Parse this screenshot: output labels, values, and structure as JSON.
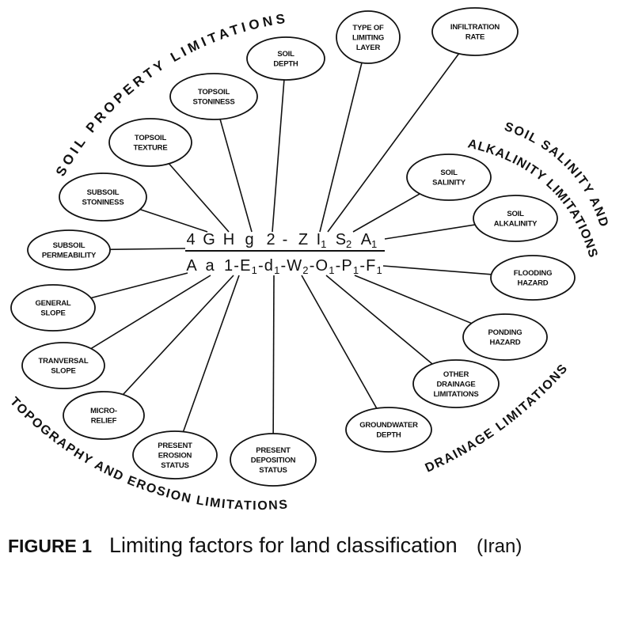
{
  "factors": [
    {
      "lines": [
        "SUBSOIL",
        "PERMEABILITY"
      ]
    },
    {
      "lines": [
        "SUBSOIL",
        "STONINESS"
      ]
    },
    {
      "lines": [
        "TOPSOIL",
        "TEXTURE"
      ]
    },
    {
      "lines": [
        "TOPSOIL",
        "STONINESS"
      ]
    },
    {
      "lines": [
        "SOIL",
        "DEPTH"
      ]
    },
    {
      "lines": [
        "TYPE OF",
        "LIMITING",
        "LAYER"
      ]
    },
    {
      "lines": [
        "INFILTRATION",
        "RATE"
      ]
    },
    {
      "lines": [
        "SOIL",
        "SALINITY"
      ]
    },
    {
      "lines": [
        "SOIL",
        "ALKALINITY"
      ]
    },
    {
      "lines": [
        "FLOODING",
        "HAZARD"
      ]
    },
    {
      "lines": [
        "PONDING",
        "HAZARD"
      ]
    },
    {
      "lines": [
        "OTHER",
        "DRAINAGE",
        "LIMITATIONS"
      ]
    },
    {
      "lines": [
        "GROUNDWATER",
        "DEPTH"
      ]
    },
    {
      "lines": [
        "PRESENT",
        "DEPOSITION",
        "STATUS"
      ]
    },
    {
      "lines": [
        "PRESENT",
        "EROSION",
        "STATUS"
      ]
    },
    {
      "lines": [
        "MICRO-",
        "RELIEF"
      ]
    },
    {
      "lines": [
        "TRANVERSAL",
        "SLOPE"
      ]
    },
    {
      "lines": [
        "GENERAL",
        "SLOPE"
      ]
    }
  ],
  "groups": {
    "soil_property": "SOIL PROPERTY LIMITATIONS",
    "salinity_line1": "SOIL SALINITY AND",
    "salinity_line2": "ALKALINITY LIMITATIONS",
    "drainage": "DRAINAGE LIMITATIONS",
    "topography": "TOPOGRAPHY AND EROSION LIMITATIONS"
  },
  "formula": {
    "top": [
      {
        "text": "4"
      },
      {
        "text": "G"
      },
      {
        "text": "H"
      },
      {
        "text": "g"
      },
      {
        "text": "2"
      },
      {
        "text": "-"
      },
      {
        "text": "Z"
      },
      {
        "text": "I",
        "sub": "1"
      },
      {
        "text": "S",
        "sub": "2"
      },
      {
        "text": "A",
        "sub": "1"
      }
    ],
    "bottom": [
      {
        "text": "A"
      },
      {
        "text": "a"
      },
      {
        "text": "1-E",
        "sub": "1"
      },
      {
        "text": "-d",
        "sub": "1"
      },
      {
        "text": "-W",
        "sub": "2"
      },
      {
        "text": "-O",
        "sub": "1"
      },
      {
        "text": "-P",
        "sub": "1"
      },
      {
        "text": "-F",
        "sub": "1"
      }
    ]
  },
  "caption": {
    "label": "FIGURE 1",
    "title": "Limiting factors for land classification",
    "region": "(Iran)"
  }
}
